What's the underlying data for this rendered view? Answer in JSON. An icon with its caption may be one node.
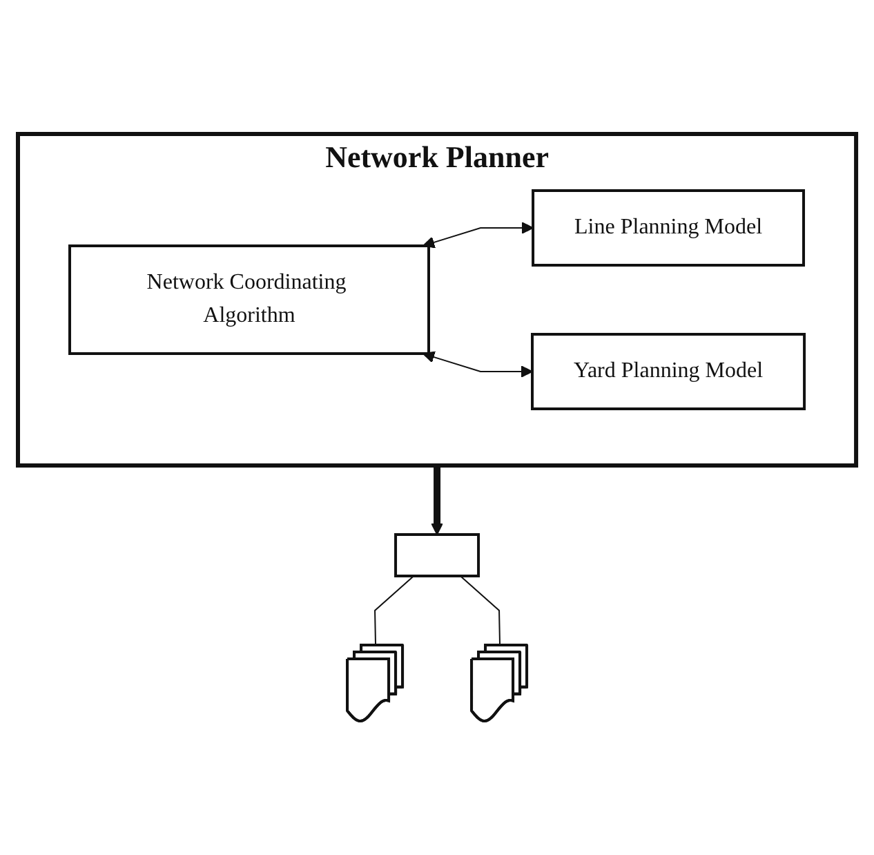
{
  "diagram": {
    "nodes": [
      {
        "text": [
          "Network Planner"
        ]
      },
      {
        "text": [
          "Network Coordinating Algorithm"
        ],
        "in": 0
      },
      {
        "text": [
          "Line Planning Model"
        ],
        "in": 0
      },
      {
        "text": [
          "Yard Planning Model"
        ],
        "in": 0
      },
      {
        "text": [],
        "shape": "box"
      },
      {
        "text": [],
        "shape": "stack"
      },
      {
        "text": [],
        "shape": "stack"
      }
    ],
    "edges": [
      {
        "from": 1,
        "to": 2,
        "arrow": "both"
      },
      {
        "from": 1,
        "to": 3,
        "arrow": "both"
      },
      {
        "from": 0,
        "to": 4,
        "arrow": "to",
        "style": "thick"
      },
      {
        "from": 4,
        "to": 5,
        "arrow": "none"
      },
      {
        "from": 4,
        "to": 6,
        "arrow": "none"
      }
    ]
  }
}
